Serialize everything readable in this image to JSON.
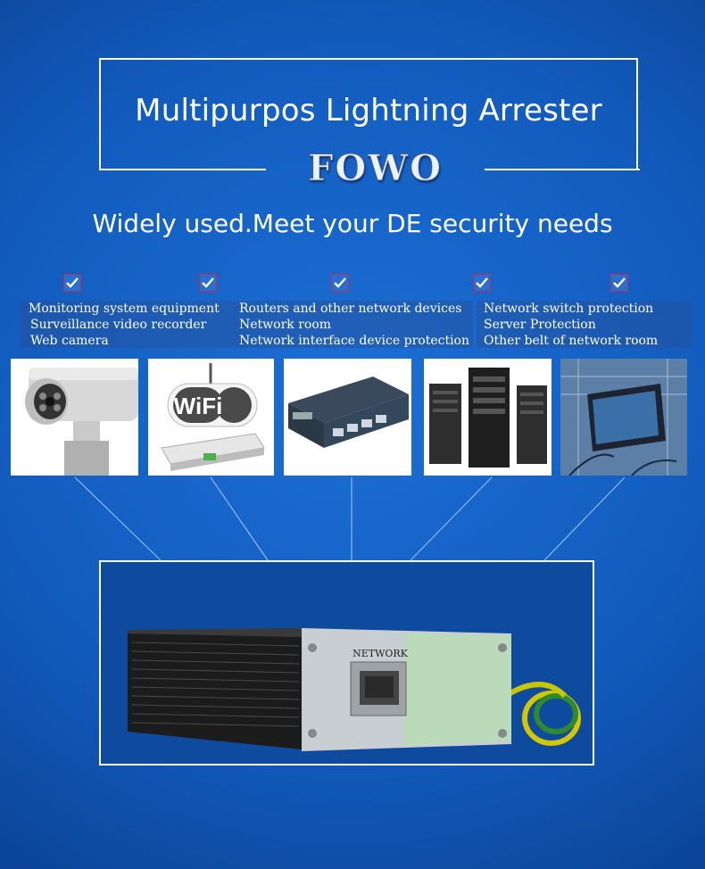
{
  "header": {
    "title": "Multipurpos Lightning Arrester",
    "brand": "FOWO"
  },
  "subtitle": "Widely used.Meet your DE security needs",
  "features": {
    "group1": [
      "Monitoring system equipment",
      "Surveillance video recorder",
      "Web camera"
    ],
    "group2": [
      "Routers and other network devices",
      "Network room",
      "Network interface device protection"
    ],
    "group3": [
      "Network switch protection",
      "Server Protection",
      "Other belt of network room"
    ]
  },
  "photos": {
    "wifi_label": "WiFi",
    "items": [
      "security-camera",
      "wifi-router",
      "network-switch",
      "server-rack",
      "network-room-monitor"
    ]
  },
  "device": {
    "port_label": "NETWORK"
  },
  "colors": {
    "background": "#125bbd",
    "frame": "#ffffff",
    "check_border": "#c22a4a"
  }
}
